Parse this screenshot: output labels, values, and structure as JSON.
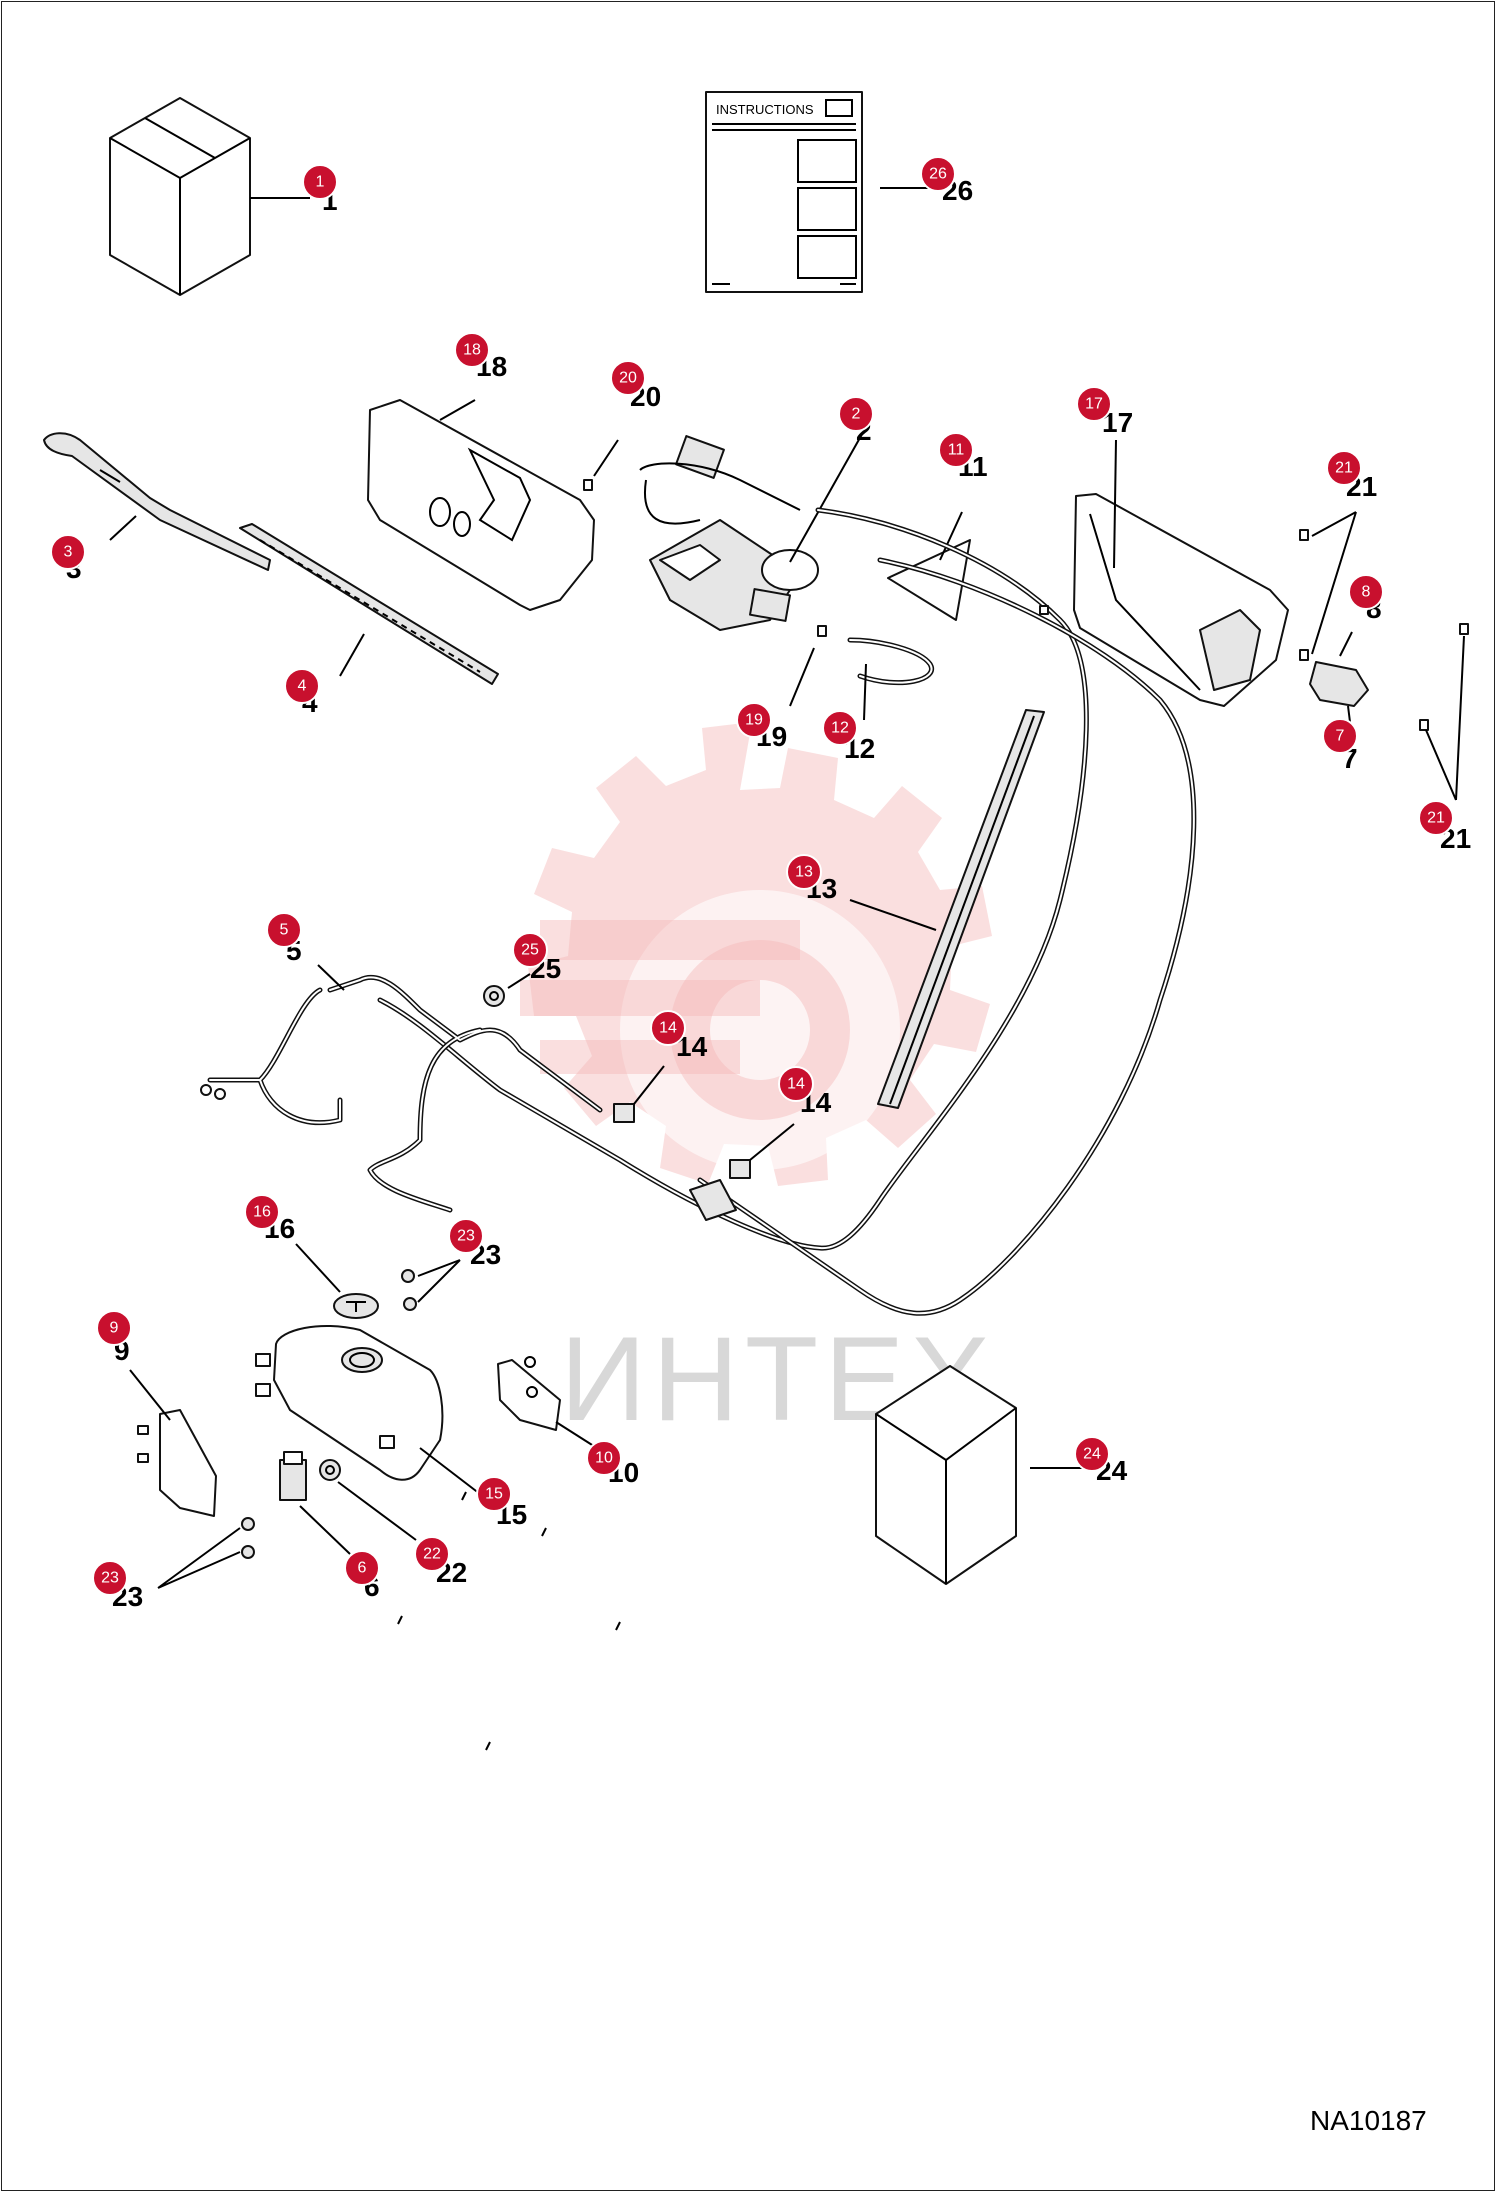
{
  "diagram_code": "NA10187",
  "watermark": "ИНТЕХ",
  "instructions_label": "INSTRUCTIONS",
  "colors": {
    "badge": "#c8102e",
    "watermark": "#f3b7b7"
  },
  "callouts": [
    {
      "id": "1",
      "badge": "1",
      "label": "1"
    },
    {
      "id": "2",
      "badge": "2",
      "label": "2"
    },
    {
      "id": "3",
      "badge": "3",
      "label": "3"
    },
    {
      "id": "4",
      "badge": "4",
      "label": "4"
    },
    {
      "id": "5",
      "badge": "5",
      "label": "5"
    },
    {
      "id": "6",
      "badge": "6",
      "label": "6"
    },
    {
      "id": "7",
      "badge": "7",
      "label": "7"
    },
    {
      "id": "8",
      "badge": "8",
      "label": "8"
    },
    {
      "id": "9",
      "badge": "9",
      "label": "9"
    },
    {
      "id": "10",
      "badge": "10",
      "label": "10"
    },
    {
      "id": "11",
      "badge": "11",
      "label": "11"
    },
    {
      "id": "12",
      "badge": "12",
      "label": "12"
    },
    {
      "id": "13",
      "badge": "13",
      "label": "13"
    },
    {
      "id": "14a",
      "badge": "14",
      "label": "14"
    },
    {
      "id": "14b",
      "badge": "14",
      "label": "14"
    },
    {
      "id": "15",
      "badge": "15",
      "label": "15"
    },
    {
      "id": "16",
      "badge": "16",
      "label": "16"
    },
    {
      "id": "17",
      "badge": "17",
      "label": "17"
    },
    {
      "id": "18",
      "badge": "18",
      "label": "18"
    },
    {
      "id": "19",
      "badge": "19",
      "label": "19"
    },
    {
      "id": "20",
      "badge": "20",
      "label": "20"
    },
    {
      "id": "21a",
      "badge": "21",
      "label": "21"
    },
    {
      "id": "21b",
      "badge": "21",
      "label": "21"
    },
    {
      "id": "22",
      "badge": "22",
      "label": "22"
    },
    {
      "id": "23a",
      "badge": "23",
      "label": "23"
    },
    {
      "id": "23b",
      "badge": "23",
      "label": "23"
    },
    {
      "id": "24",
      "badge": "24",
      "label": "24"
    },
    {
      "id": "25",
      "badge": "25",
      "label": "25"
    },
    {
      "id": "26",
      "badge": "26",
      "label": "26"
    }
  ]
}
